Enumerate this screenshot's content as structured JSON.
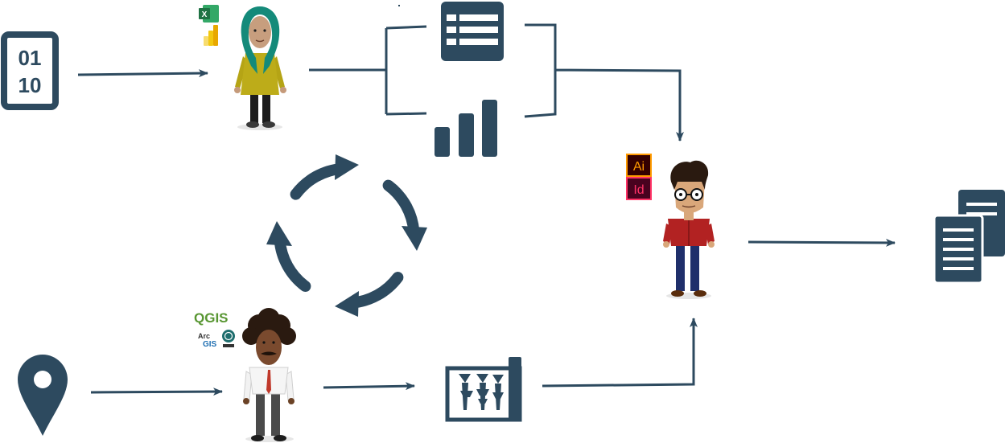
{
  "colors": {
    "primary": "#2d4a5f",
    "excel": "#1f7244",
    "powerbi": "#f2c811",
    "qgis": "#589632",
    "illustrator_bg": "#330000",
    "illustrator_fg": "#ff9a00",
    "indesign_bg": "#49021f",
    "indesign_fg": "#ff3366"
  },
  "binary_icon": {
    "line1": "01",
    "line2": "10"
  },
  "logos": {
    "excel": "X",
    "qgis": "QGIS",
    "arc": "Arc",
    "gis": "GIS",
    "illustrator": "Ai",
    "indesign": "Id"
  },
  "nodes": [
    {
      "name": "binary-data-icon",
      "icon": "binary-icon"
    },
    {
      "name": "data-analyst-person",
      "icon": "person-hijab",
      "tools": [
        "excel-logo",
        "powerbi-logo"
      ]
    },
    {
      "name": "table-icon",
      "icon": "table-icon"
    },
    {
      "name": "bar-chart-icon",
      "icon": "bar-chart-icon"
    },
    {
      "name": "cycle-arrows-icon",
      "icon": "cycle-icon"
    },
    {
      "name": "gis-analyst-person",
      "icon": "person-curly-hair",
      "tools": [
        "qgis-logo",
        "arcgis-logo"
      ]
    },
    {
      "name": "map-icon",
      "icon": "map-icon"
    },
    {
      "name": "designer-person",
      "icon": "person-glasses",
      "tools": [
        "illustrator-logo",
        "indesign-logo"
      ]
    },
    {
      "name": "documents-icon",
      "icon": "documents-icon"
    },
    {
      "name": "location-pin-icon",
      "icon": "location-pin-icon"
    }
  ]
}
